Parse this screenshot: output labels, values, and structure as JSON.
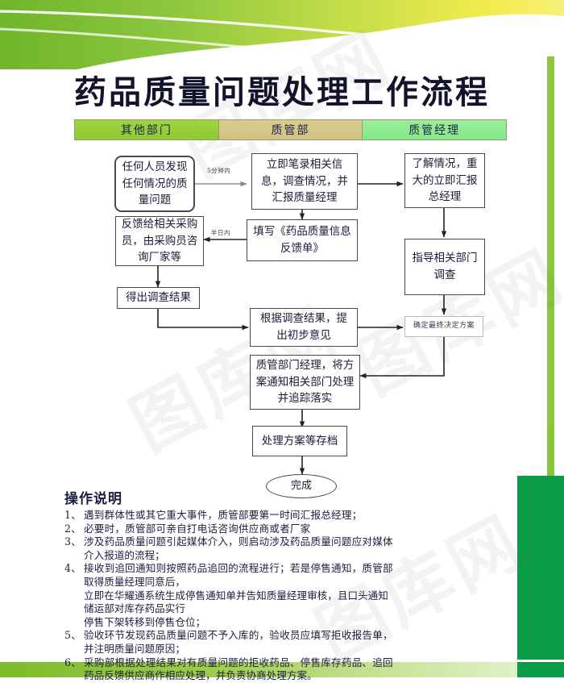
{
  "poster": {
    "title": "药品质量问题处理工作流程",
    "watermark_text": "图库网",
    "colors": {
      "banner_green": "#8cc63e",
      "banner_yellow": "#f2ea4c",
      "lane_other": "#9fd43f",
      "lane_qa_dept": "#d8cd90",
      "lane_qa_manager": "#97ef97",
      "right_block_green": "#0a9c47",
      "node_border": "#4a4a4a"
    }
  },
  "lanes": [
    {
      "label": "其他部门"
    },
    {
      "label": "质管部"
    },
    {
      "label": "质管经理"
    }
  ],
  "nodes": {
    "start": "任何人员发现任何情况的质量问题",
    "record": "立即笔录相关信息，调查情况，并汇报质量经理",
    "report_gm": "了解情况，重大的立即汇报总经理",
    "feedback_buyer": "反馈给相关采购员，由采购员咨询厂家等",
    "fill_form": "填写《药品质量信息反馈单》",
    "guide_dept": "指导相关部门调查",
    "investigation_result": "得出调查结果",
    "preliminary_opinion": "根据调查结果，提出初步意见",
    "final_decision": "确定最终决定方案",
    "notify_depts": "质管部门经理，将方案通知相关部门处理并追踪落实",
    "archive": "处理方案等存档",
    "finish": "完成"
  },
  "edge_labels": {
    "within_5_min": "5分钟内",
    "within_half_day": "半日内"
  },
  "notes": {
    "heading": "操作说明",
    "items": [
      {
        "num": "1、",
        "text": "遇到群体性或其它重大事件，质管部要第一时间汇报总经理；",
        "continuations": []
      },
      {
        "num": "2、",
        "text": "必要时，质管部可亲自打电话咨询供应商或者厂家",
        "continuations": []
      },
      {
        "num": "3、",
        "text": "涉及药品质量问题引起媒体介入，则启动涉及药品质量问题应对媒体",
        "continuations": [
          "介入报道的流程；"
        ]
      },
      {
        "num": "4、",
        "text": "接收到追回通知则按照药品追回的流程进行；若是停售通知，质管部",
        "continuations": [
          "取得质量经理同意后，",
          "立即在华耀通系统生成停售通知单并告知质量经理审核，且口头通知",
          "储运部对库存药品实行",
          "停售下架转移到停售仓位；"
        ]
      },
      {
        "num": "5、",
        "text": "验收环节发现药品质量问题不予入库的，验收员应填写拒收报告单，",
        "continuations": [
          "并注明质量问题原因；"
        ]
      },
      {
        "num": "6、",
        "text": "采购部根据处理结果对有质量问题的拒收药品、停售库存药品、追回",
        "continuations": [
          "药品反馈供应商作相应处理，并负责协商处理方案。"
        ]
      }
    ]
  }
}
